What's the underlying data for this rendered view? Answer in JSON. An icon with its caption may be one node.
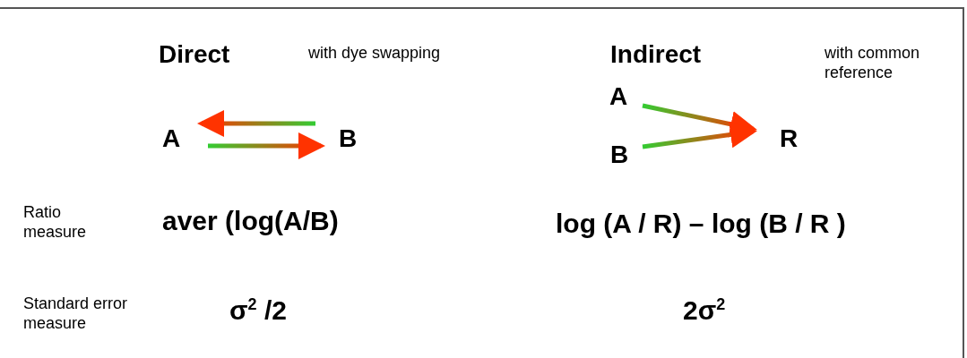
{
  "diagram": {
    "nodes": [
      {
        "text": [
          "A"
        ]
      },
      {
        "text": [
          "B"
        ]
      },
      {
        "text": [
          "A"
        ]
      },
      {
        "text": [
          "B"
        ]
      },
      {
        "text": [
          "R"
        ]
      }
    ],
    "edges": [
      {
        "from": 1,
        "to": 0,
        "arrow": "to"
      },
      {
        "from": 0,
        "to": 1,
        "arrow": "to"
      },
      {
        "from": 2,
        "to": 4,
        "arrow": "to"
      },
      {
        "from": 3,
        "to": 4,
        "arrow": "to"
      }
    ],
    "labels": [
      "Direct",
      "with dye swapping",
      "Indirect",
      "with common reference",
      "Ratio measure",
      "aver (log(A/B)",
      "log (A / R) – log (B / R )",
      "Standard error measure",
      "σ$^{2}$ /2",
      "2σ$^{2}$"
    ]
  }
}
